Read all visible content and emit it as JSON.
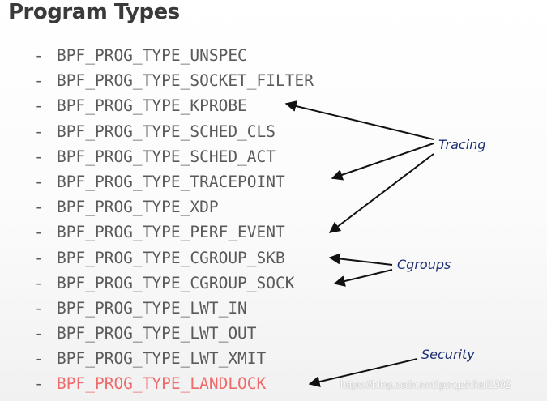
{
  "title": "Program Types",
  "list_marker": "-",
  "program_types": [
    "BPF_PROG_TYPE_UNSPEC",
    "BPF_PROG_TYPE_SOCKET_FILTER",
    "BPF_PROG_TYPE_KPROBE",
    "BPF_PROG_TYPE_SCHED_CLS",
    "BPF_PROG_TYPE_SCHED_ACT",
    "BPF_PROG_TYPE_TRACEPOINT",
    "BPF_PROG_TYPE_XDP",
    "BPF_PROG_TYPE_PERF_EVENT",
    "BPF_PROG_TYPE_CGROUP_SKB",
    "BPF_PROG_TYPE_CGROUP_SOCK",
    "BPF_PROG_TYPE_LWT_IN",
    "BPF_PROG_TYPE_LWT_OUT",
    "BPF_PROG_TYPE_LWT_XMIT",
    "BPF_PROG_TYPE_LANDLOCK"
  ],
  "annotations": {
    "tracing": "Tracing",
    "cgroups": "Cgroups",
    "security": "Security"
  },
  "watermark": "https://blog.csdn.net/gengzhikui1992",
  "colors": {
    "title": "#3a3a3a",
    "list_text": "#5a5a5a",
    "highlight": "#ef6b6b",
    "annotation": "#1d2f73",
    "arrow": "#111111"
  }
}
